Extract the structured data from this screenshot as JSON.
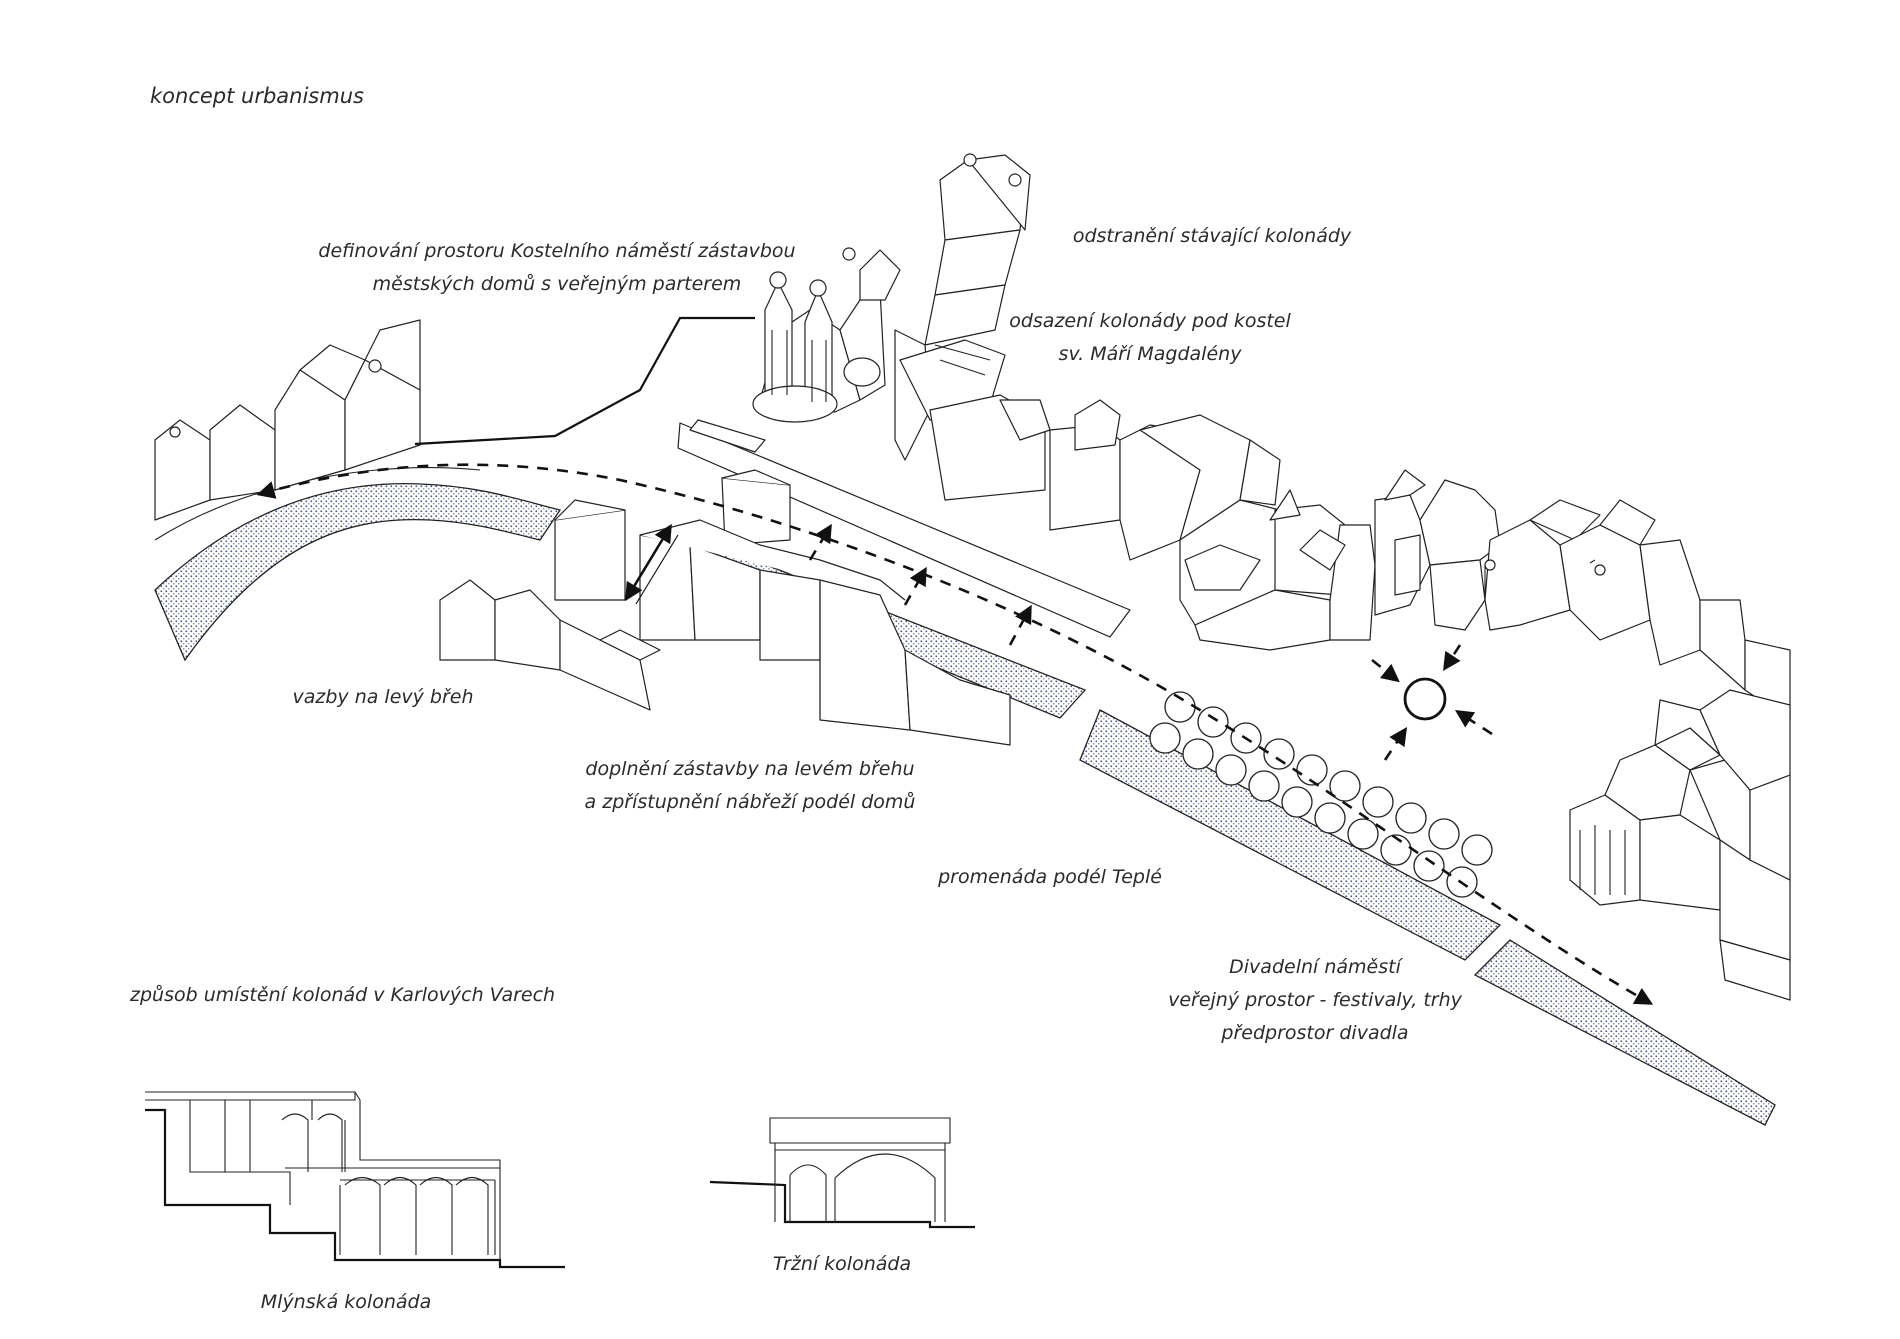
{
  "title": "koncept urbanismus",
  "annotations": {
    "kostelni": [
      "definování prostoru Kostelního náměstí zástavbou",
      "městských domů s veřejným parterem"
    ],
    "odstraneni": "odstranění stávající kolonády",
    "odsazeni": [
      "odsazení kolonády pod kostel",
      "sv. Máří Magdalény"
    ],
    "vazby": "vazby na levý břeh",
    "doplneni": [
      "doplnění zástavby na levém břehu",
      "a zpřístupnění nábřeží podél domů"
    ],
    "promenada": "promenáda podél Teplé",
    "divadelni": [
      "Divadelní náměstí",
      "veřejný prostor - festivaly, trhy",
      "předprostor divadla"
    ]
  },
  "sections": {
    "heading": "způsob umístění kolonád v Karlových Varech",
    "mlynska_label": "Mlýnská kolonáda",
    "trzni_label": "Tržní kolonáda"
  },
  "colors": {
    "ink": "#222222",
    "water_dots": "#3a4f9a"
  }
}
